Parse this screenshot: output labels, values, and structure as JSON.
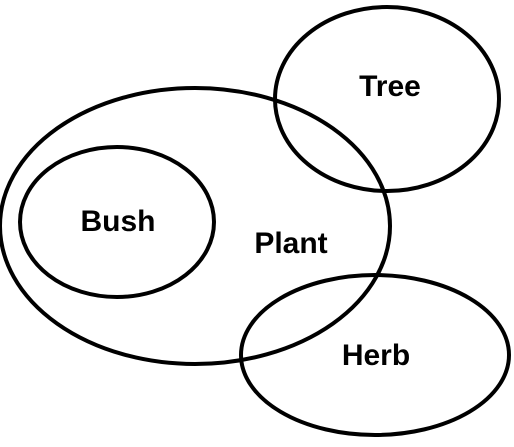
{
  "diagram": {
    "sets": {
      "plant": {
        "label": "Plant"
      },
      "bush": {
        "label": "Bush"
      },
      "tree": {
        "label": "Tree"
      },
      "herb": {
        "label": "Herb"
      }
    }
  }
}
